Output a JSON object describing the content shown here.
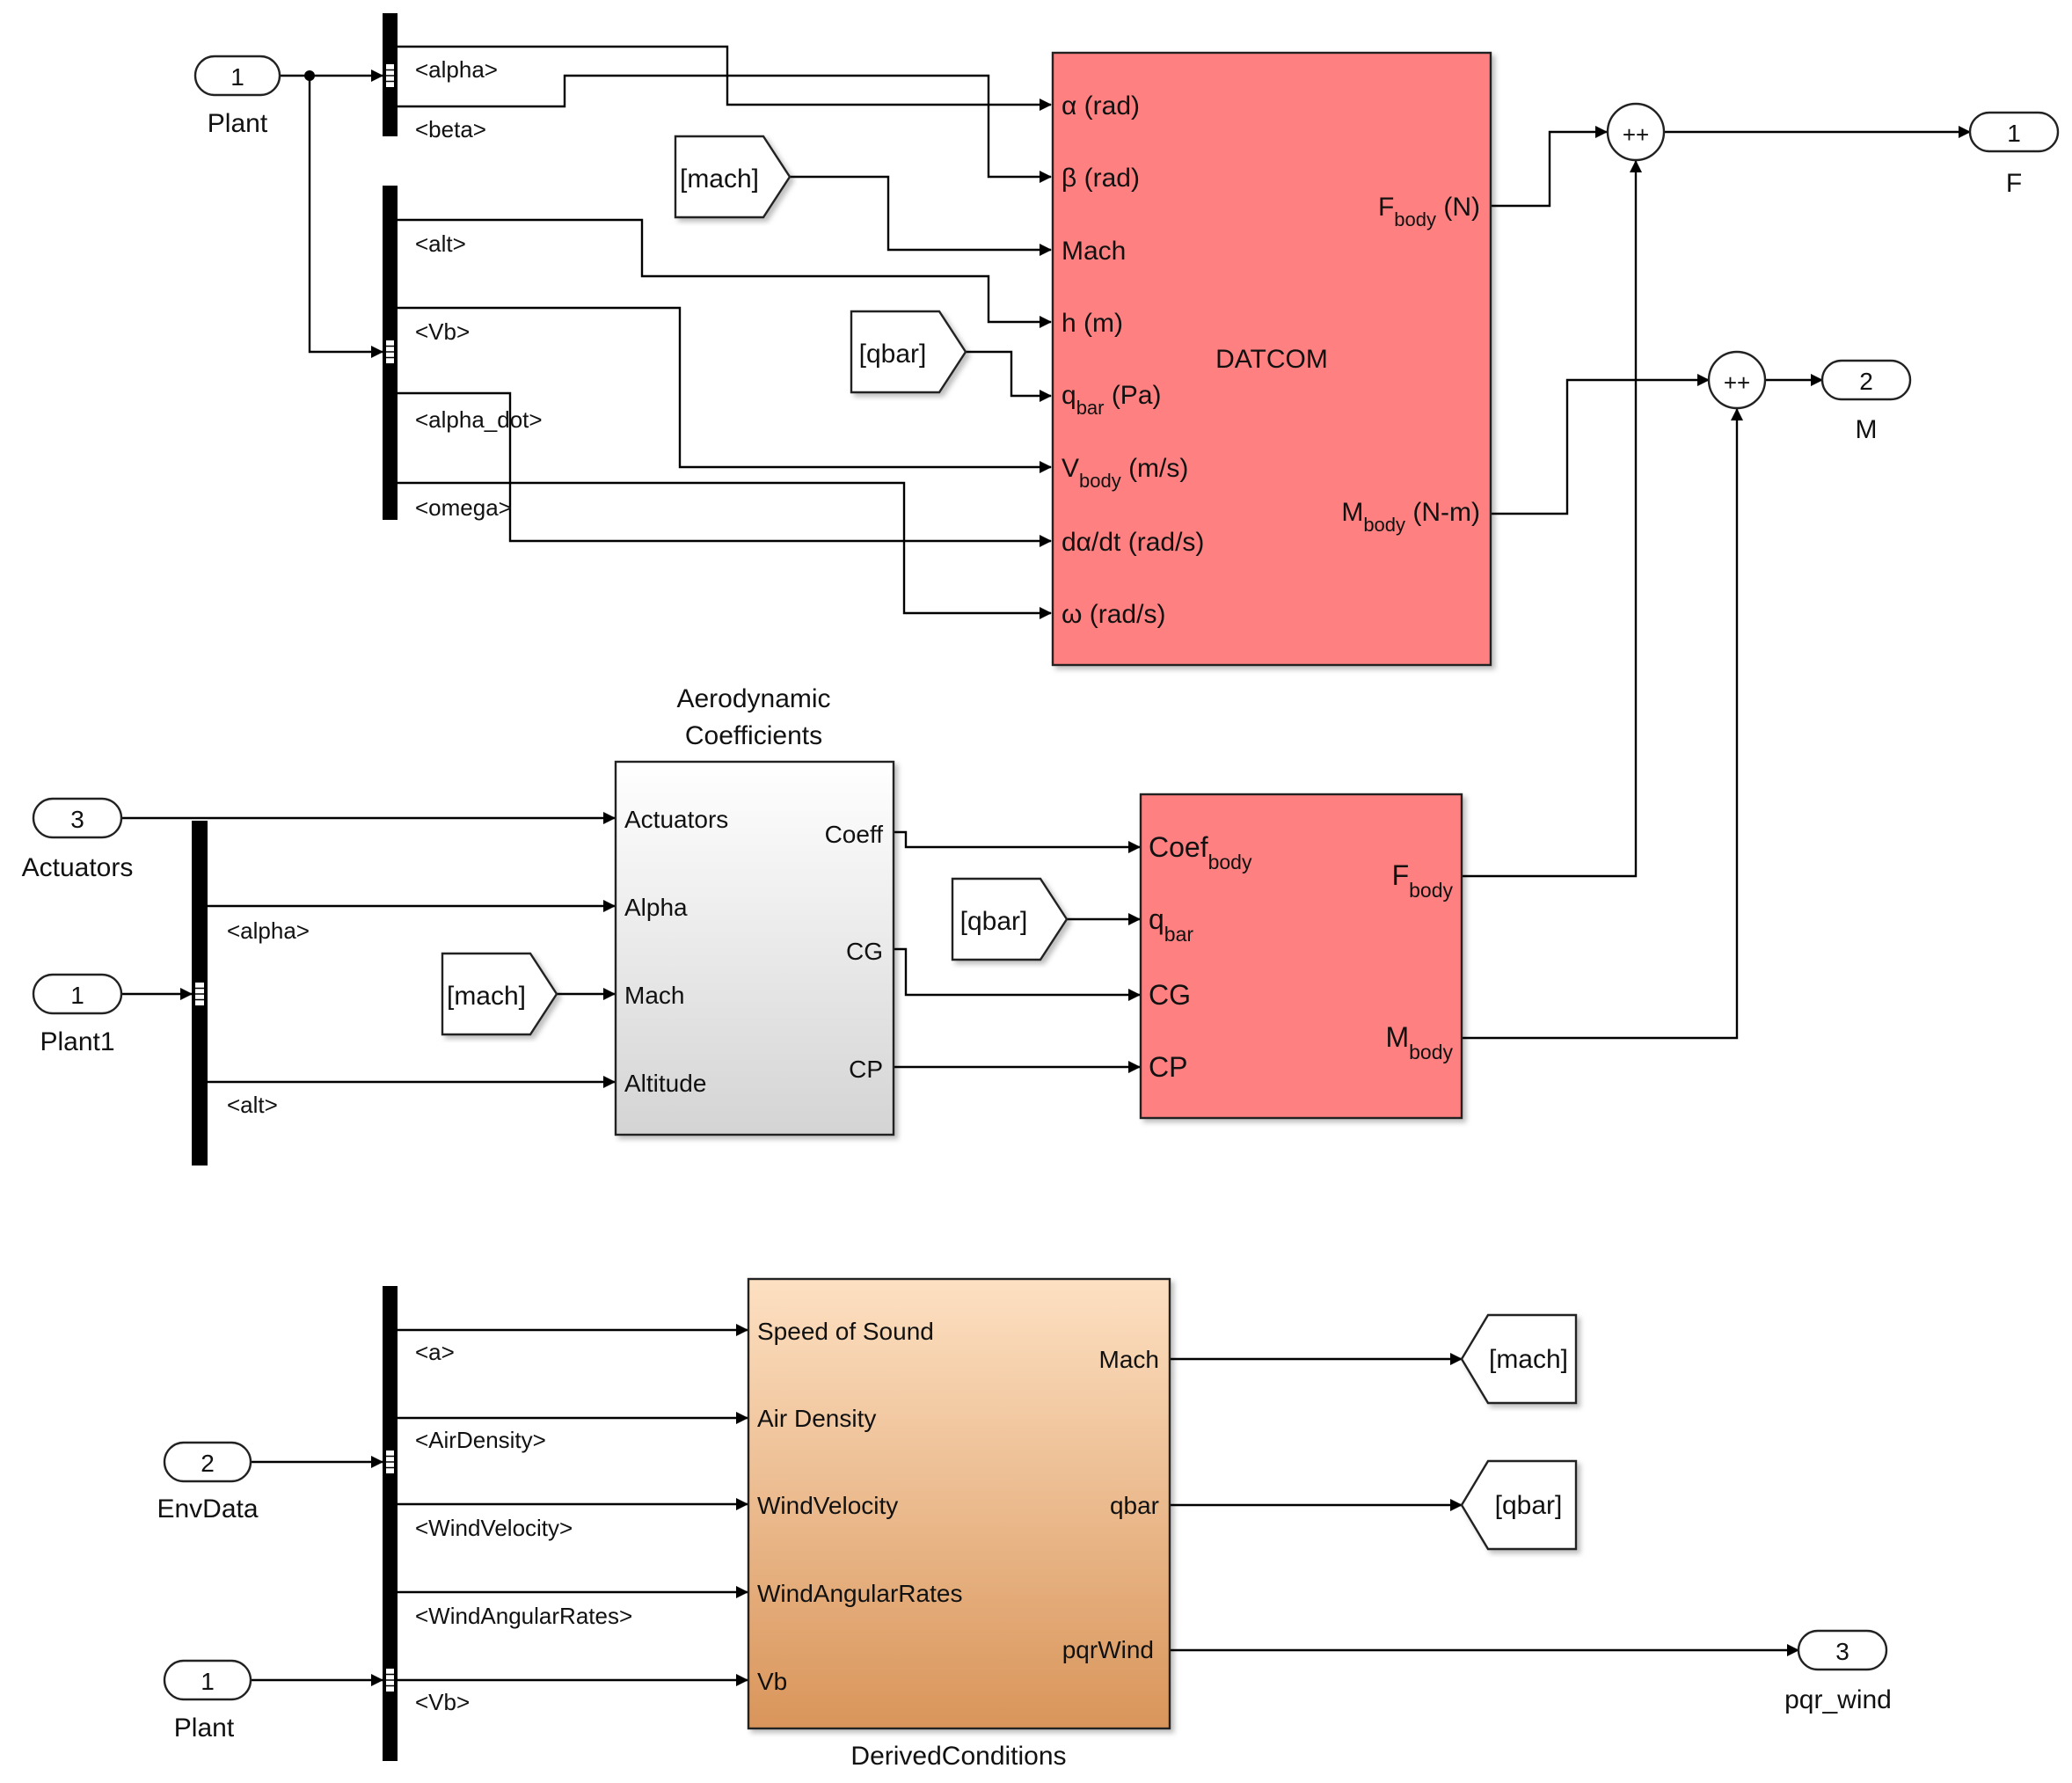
{
  "colors": {
    "datcom_fill": "#ff8080",
    "aero_fill_top": "#ffffff",
    "aero_fill_bottom": "#d4d4d4",
    "derived_fill_top": "#fde0c2",
    "derived_fill_bottom": "#d9955a",
    "wire": "#000000",
    "bus": "#000000"
  },
  "ports": {
    "plant_in": {
      "num": "1",
      "label": "Plant"
    },
    "actuators_in": {
      "num": "3",
      "label": "Actuators"
    },
    "plant1_in": {
      "num": "1",
      "label": "Plant1"
    },
    "envdata_in": {
      "num": "2",
      "label": "EnvData"
    },
    "plant2_in": {
      "num": "1",
      "label": "Plant"
    },
    "f_out": {
      "num": "1",
      "label": "F"
    },
    "m_out": {
      "num": "2",
      "label": "M"
    },
    "pqr_out": {
      "num": "3",
      "label": "pqr_wind"
    }
  },
  "sums": {
    "force": {
      "signs": "++"
    },
    "moment": {
      "signs": "++"
    }
  },
  "tags": {
    "mach_from_1": "[mach]",
    "qbar_from_1": "[qbar]",
    "mach_from_2": "[mach]",
    "qbar_from_2": "[qbar]",
    "mach_goto": "[mach]",
    "qbar_goto": "[qbar]"
  },
  "bus1": {
    "labels": [
      "<alpha>",
      "<beta>"
    ]
  },
  "bus2": {
    "labels": [
      "<alt>",
      "<Vb>",
      "<alpha_dot>",
      "<omega>"
    ]
  },
  "bus3": {
    "labels": [
      "<alpha>",
      "<alt>"
    ]
  },
  "bus4": {
    "labels": [
      "<a>",
      "<AirDensity>",
      "<WindVelocity>",
      "<WindAngularRates>",
      "<Vb>"
    ]
  },
  "datcom": {
    "name": "DATCOM",
    "inputs": [
      {
        "main": "α (rad)",
        "sub": "",
        "rest": ""
      },
      {
        "main": "β (rad)",
        "sub": "",
        "rest": ""
      },
      {
        "main": "Mach",
        "sub": "",
        "rest": ""
      },
      {
        "main": "h (m)",
        "sub": "",
        "rest": ""
      },
      {
        "main": "q",
        "sub": "bar",
        "rest": " (Pa)"
      },
      {
        "main": "V",
        "sub": "body",
        "rest": " (m/s)"
      },
      {
        "main": "dα/dt (rad/s)",
        "sub": "",
        "rest": ""
      },
      {
        "main": "ω (rad/s)",
        "sub": "",
        "rest": ""
      }
    ],
    "outputs": [
      {
        "main": "F",
        "sub": "body",
        "rest": " (N)"
      },
      {
        "main": "M",
        "sub": "body",
        "rest": " (N-m)"
      }
    ]
  },
  "aero": {
    "title_line1": "Aerodynamic",
    "title_line2": "Coefficients",
    "inputs": [
      "Actuators",
      "Alpha",
      "Mach",
      "Altitude"
    ],
    "outputs": [
      "Coeff",
      "CG",
      "CP"
    ]
  },
  "forcemoment": {
    "inputs": [
      {
        "main": "Coef",
        "sub": "body"
      },
      {
        "main": "q",
        "sub": "bar"
      },
      {
        "main": "CG",
        "sub": ""
      },
      {
        "main": "CP",
        "sub": ""
      }
    ],
    "outputs": [
      {
        "main": "F",
        "sub": "body"
      },
      {
        "main": "M",
        "sub": "body"
      }
    ]
  },
  "derived": {
    "name": "DerivedConditions",
    "inputs": [
      "Speed of Sound",
      "Air Density",
      "WindVelocity",
      "WindAngularRates",
      "Vb"
    ],
    "outputs": [
      "Mach",
      "qbar",
      "pqrWind"
    ]
  }
}
